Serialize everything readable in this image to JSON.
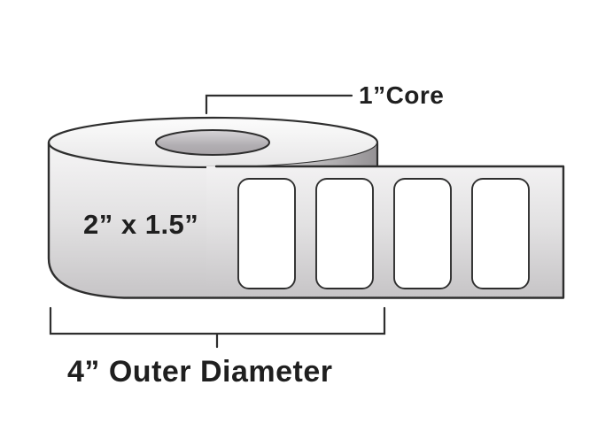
{
  "page": {
    "background": "#ffffff"
  },
  "diagram": {
    "core_label": "1”Core",
    "size_label": "2” x 1.5”",
    "outer_diameter_label": "4” Outer Diameter",
    "blank_label_count": 4
  },
  "colors": {
    "outline": "#2e2e2e",
    "text": "#1f1f1f",
    "label_fill": "#ffffff",
    "roll_face_light": "#f6f5f6",
    "roll_face_dark": "#c6c4c6",
    "roll_top_light": "#fcfcfc",
    "roll_top_dark": "#e7e6e7",
    "core_fill_top": "#d7d5d8",
    "core_fill_bottom": "#a8a4a8",
    "side_shade_dark": "#949194",
    "strip_light": "#f2f1f2",
    "strip_dark": "#c6c4c6"
  }
}
